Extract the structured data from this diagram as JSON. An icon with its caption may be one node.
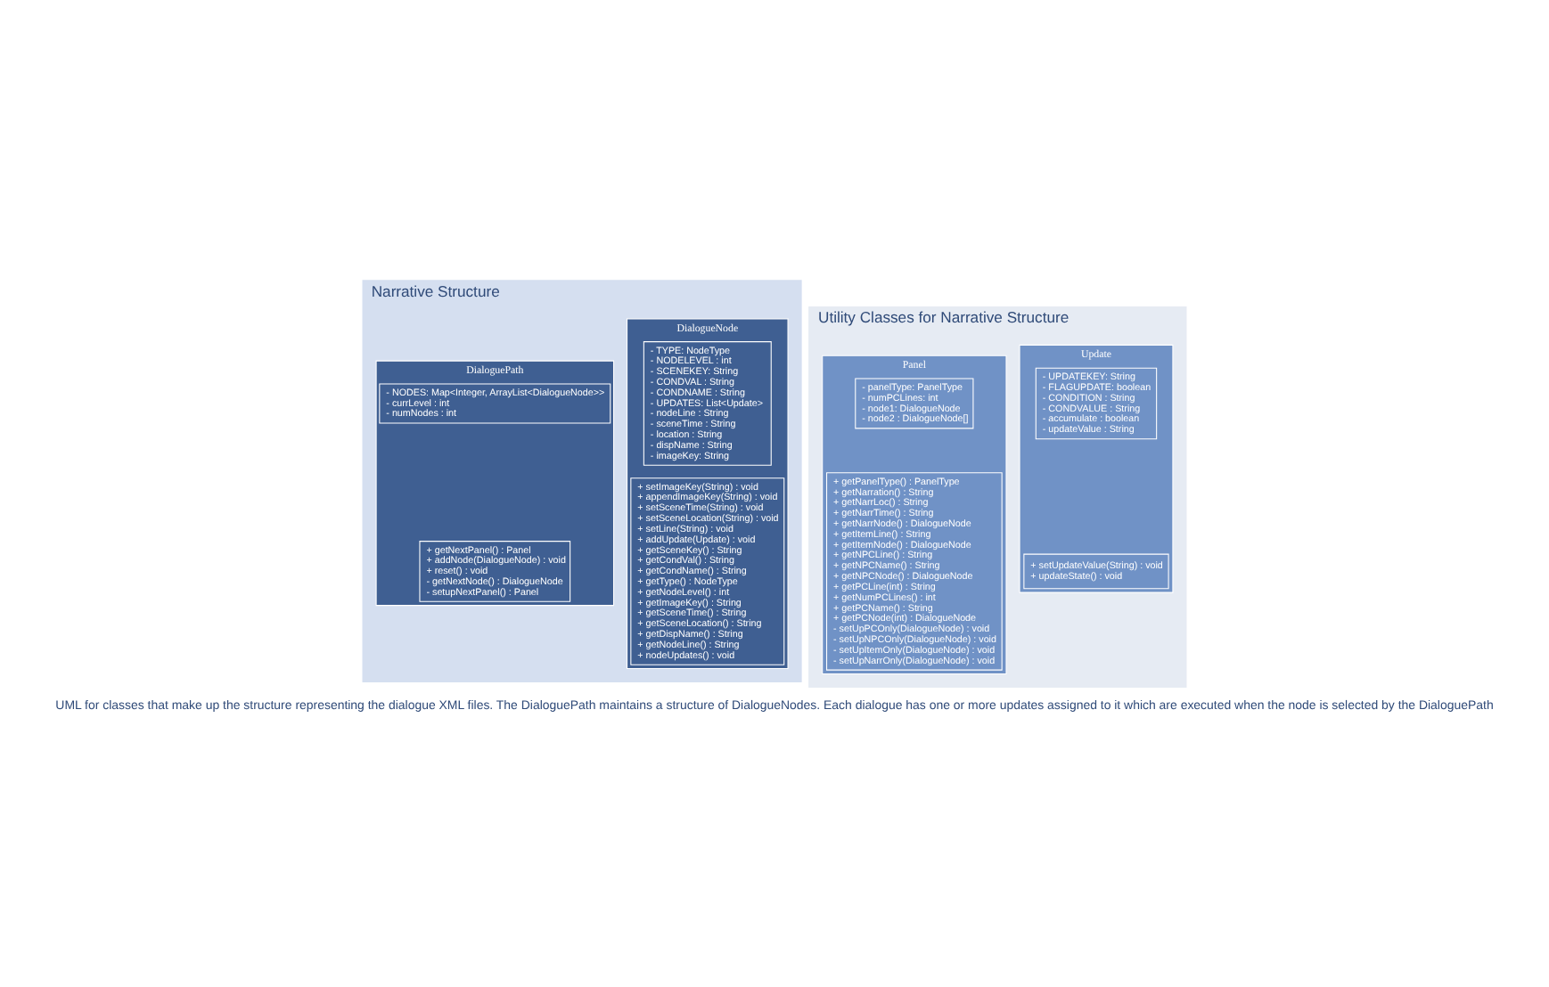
{
  "diagram": {
    "caption": "UML for classes that make up the structure representing the dialogue XML files. The DialoguePath maintains a structure of DialogueNodes. Each dialogue has one or more updates assigned to it which are executed when the node is selected by the DialoguePath",
    "nodes": [
      {
        "text": [
          "Narrative Structure"
        ]
      },
      {
        "text": [
          "DialogueNode"
        ],
        "in": 0
      },
      {
        "text": [
          "- TYPE: NodeType",
          "- NODELEVEL : int",
          "- SCENEKEY: String",
          "- CONDVAL : String",
          "- CONDNAME : String",
          "- UPDATES: List<Update>",
          "- nodeLine : String",
          "- sceneTime : String",
          "- location : String",
          "- dispName : String",
          "- imageKey: String"
        ],
        "in": 1
      },
      {
        "text": [
          "+ setImageKey(String) : void",
          "+ appendImageKey(String) : void",
          "+ setSceneTime(String) : void",
          "+ setSceneLocation(String) : void",
          "+ setLine(String) : void",
          "+ addUpdate(Update) : void",
          "+ getSceneKey() : String",
          "+ getCondVal() : String",
          "+ getCondName() : String",
          "+ getType() : NodeType",
          "+ getNodeLevel() : int",
          "+ getImageKey() : String",
          "+ getSceneTime() : String",
          "+ getSceneLocation() : String",
          "+ getDispName() : String",
          "+ getNodeLine() : String",
          "+ nodeUpdates() : void"
        ],
        "in": 1
      },
      {
        "text": [
          "DialoguePath"
        ],
        "in": 0
      },
      {
        "text": [
          "- NODES: Map<Integer, ArrayList<DialogueNode>>",
          "- currLevel : int",
          "- numNodes : int"
        ],
        "in": 4
      },
      {
        "text": [
          "+ getNextPanel() : Panel",
          "+ addNode(DialogueNode) : void",
          "+ reset() : void",
          "- getNextNode() : DialogueNode",
          "- setupNextPanel() : Panel"
        ],
        "in": 4
      },
      {
        "text": [
          "Utility Classes for Narrative Structure"
        ]
      },
      {
        "text": [
          "Update"
        ],
        "in": 7
      },
      {
        "text": [
          "- UPDATEKEY: String",
          "- FLAGUPDATE: boolean",
          "- CONDITION : String",
          "- CONDVALUE : String",
          "- accumulate : boolean",
          "- updateValue : String"
        ],
        "in": 8
      },
      {
        "text": [
          "+ setUpdateValue(String) : void",
          "+ updateState() : void"
        ],
        "in": 8
      },
      {
        "text": [
          "Panel"
        ],
        "in": 7
      },
      {
        "text": [
          "- panelType: PanelType",
          "- numPCLines: int",
          "- node1: DialogueNode",
          "- node2 : DialogueNode[]"
        ],
        "in": 11
      },
      {
        "text": [
          "+ getPanelType() : PanelType",
          "+ getNarration() : String",
          "+ getNarrLoc() : String",
          "+ getNarrTime() : String",
          "+ getNarrNode() : DialogueNode",
          "+ getItemLine() : String",
          "+ getItemNode() : DialogueNode",
          "+ getNPCLine() : String",
          "+ getNPCName() : String",
          "+ getNPCNode() : DialogueNode",
          "+ getPCLine(int) : String",
          "+ getNumPCLines() : int",
          "+ getPCName() : String",
          "+ getPCNode(int) : DialogueNode",
          "- setUpPCOnly(DialogueNode) : void",
          "- setUpNPCOnly(DialogueNode) : void",
          "- setUpItemOnly(DialogueNode) : void",
          "- setUpNarrOnly(DialogueNode) : void"
        ],
        "in": 11
      }
    ],
    "edges": []
  }
}
